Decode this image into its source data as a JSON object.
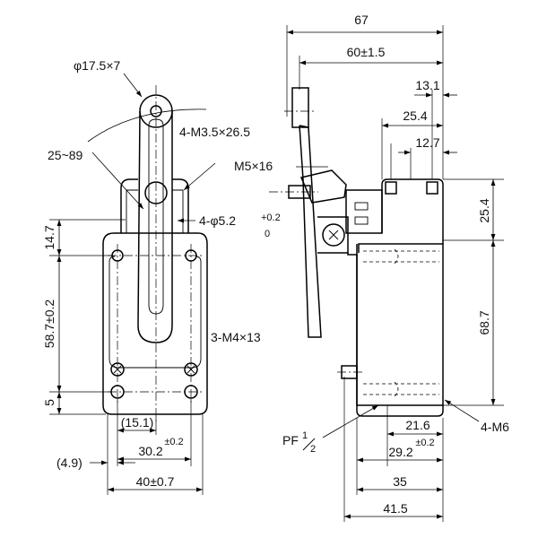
{
  "dimensions": {
    "roller": "φ17.5×7",
    "swing_angle": "25~89",
    "arm_screws": "4-M3.5×26.5",
    "lever_screw": "M5×16",
    "mount_holes": "4-φ5.2",
    "mount_tol_upper": "+0.2",
    "mount_tol_lower": "0",
    "cover_screws": "3-M4×13",
    "top_height": "14.7",
    "hole_pitch_v": "58.7±0.2",
    "bottom_height": "5",
    "inner_width": "(15.1)",
    "hole_pitch_h": "30.2",
    "hole_pitch_h_tol": "±0.2",
    "offset": "(4.9)",
    "body_width": "40±0.7",
    "total_width": "67",
    "arm_length": "60±1.5",
    "top_13": "13.1",
    "top_25": "25.4",
    "top_12": "12.7",
    "right_25": "25.4",
    "right_68": "68.7",
    "conduit": "PF",
    "conduit_frac_num": "1",
    "conduit_frac_den": "2",
    "body_21": "21.6",
    "body_21_tol": "±0.2",
    "body_29": "29.2",
    "body_35": "35",
    "body_41": "41.5",
    "side_mount": "4-M6"
  },
  "colors": {
    "line": "#000000",
    "background": "#ffffff"
  }
}
